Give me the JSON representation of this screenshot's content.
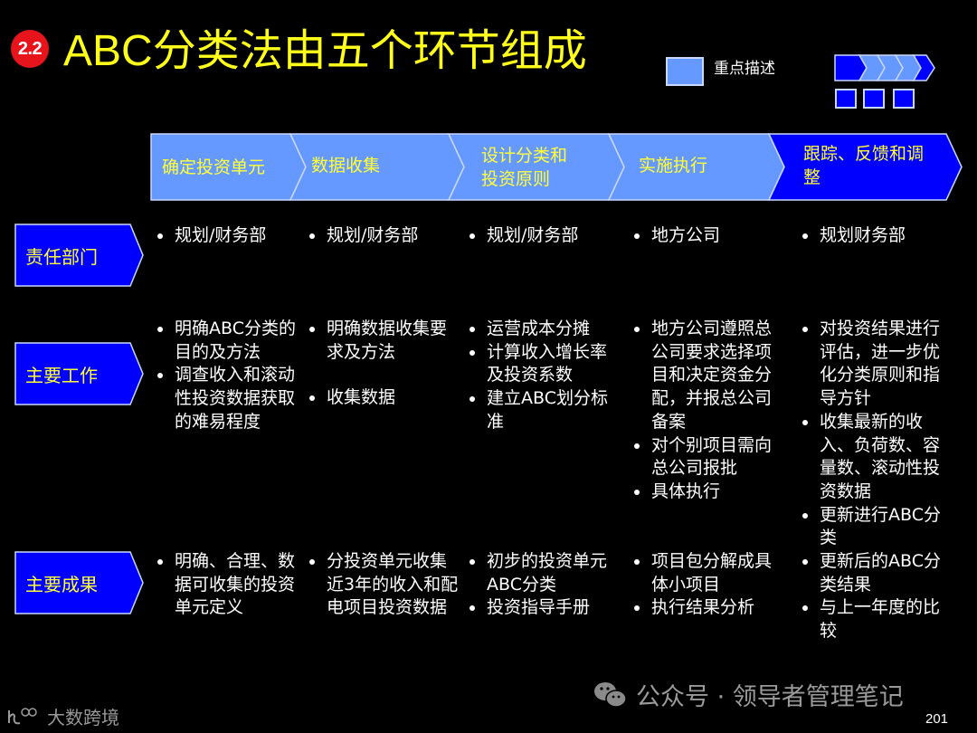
{
  "header": {
    "section_badge": "2.2",
    "title": "ABC分类法由五个环节组成"
  },
  "legend": {
    "swatch_label": "重点描述",
    "colors": {
      "highlight": "#6699ff",
      "emphasis": "#0000ff",
      "border": "#c8d8ff"
    }
  },
  "process": {
    "steps": [
      {
        "label": "确定投资单元",
        "highlight": true
      },
      {
        "label": "数据收集",
        "highlight": true
      },
      {
        "label": "设计分类和\n投资原则",
        "line1": "设计分类和",
        "line2": "投资原则",
        "highlight": true
      },
      {
        "label": "实施执行",
        "highlight": true
      },
      {
        "label": "跟踪、反馈和调整",
        "line1": "跟踪、反馈和调",
        "line2": "整",
        "highlight": false
      }
    ]
  },
  "rows": [
    {
      "label": "责任部门",
      "cells": [
        [
          "规划/财务部"
        ],
        [
          "规划/财务部"
        ],
        [
          "规划/财务部"
        ],
        [
          "地方公司"
        ],
        [
          "规划财务部"
        ]
      ]
    },
    {
      "label": "主要工作",
      "cells": [
        [
          "明确ABC分类的目的及方法",
          "调查收入和滚动性投资数据获取的难易程度"
        ],
        [
          "明确数据收集要求及方法",
          "收集数据"
        ],
        [
          "运营成本分摊",
          "计算收入增长率及投资系数",
          "建立ABC划分标准"
        ],
        [
          "地方公司遵照总公司要求选择项目和决定资金分配，并报总公司备案",
          "对个别项目需向总公司报批",
          "具体执行"
        ],
        [
          "对投资结果进行评估，进一步优化分类原则和指导方针",
          "收集最新的收入、负荷数、容量数、滚动性投资数据",
          "更新进行ABC分类"
        ]
      ]
    },
    {
      "label": "主要成果",
      "cells": [
        [
          "明确、合理、数据可收集的投资单元定义"
        ],
        [
          "分投资单元收集近3年的收入和配电项目投资数据"
        ],
        [
          "初步的投资单元ABC分类",
          "投资指导手册"
        ],
        [
          "项目包分解成具体小项目",
          "执行结果分析"
        ],
        [
          "更新后的ABC分类结果",
          "与上一年度的比较"
        ]
      ]
    }
  ],
  "footer": {
    "logo_text": "大数跨境",
    "wechat_text": "公众号 · 领导者管理笔记",
    "page_number": "201"
  }
}
